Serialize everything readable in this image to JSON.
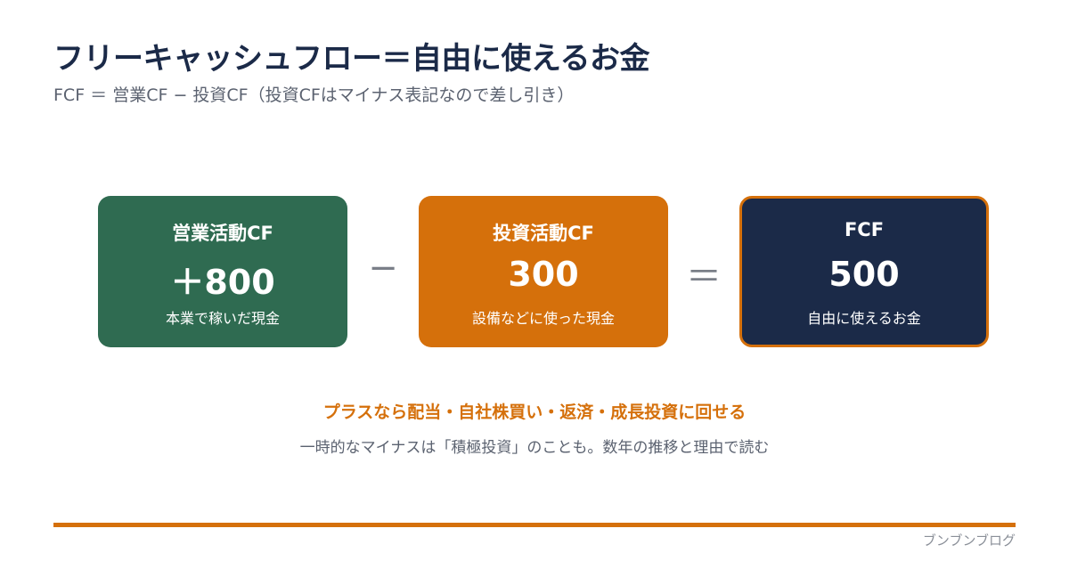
{
  "title": "フリーキャッシュフロー＝自由に使えるお金",
  "subtitle": "FCF ＝ 営業CF − 投資CF（投資CFはマイナス表記なので差し引き）",
  "cards": [
    {
      "label": "営業活動CF",
      "value": "＋800",
      "note": "本業で稼いだ現金",
      "color": "#2f6b51"
    },
    {
      "label": "投資活動CF",
      "value": "300",
      "note": "設備などに使った現金",
      "color": "#d5700b"
    },
    {
      "label": "FCF",
      "value": "500",
      "note": "自由に使えるお金",
      "color": "#1b2a48",
      "border_color": "#d5700b"
    }
  ],
  "operators": {
    "minus": "−",
    "equals": "＝"
  },
  "highlight": "プラスなら配当・自社株買い・返済・成長投資に回せる",
  "caption": "一時的なマイナスは「積極投資」のことも。数年の推移と理由で読む",
  "brand": "ブンブンブログ",
  "colors": {
    "title": "#1b2a48",
    "accent": "#d5700b",
    "text_muted": "#5b6270"
  }
}
